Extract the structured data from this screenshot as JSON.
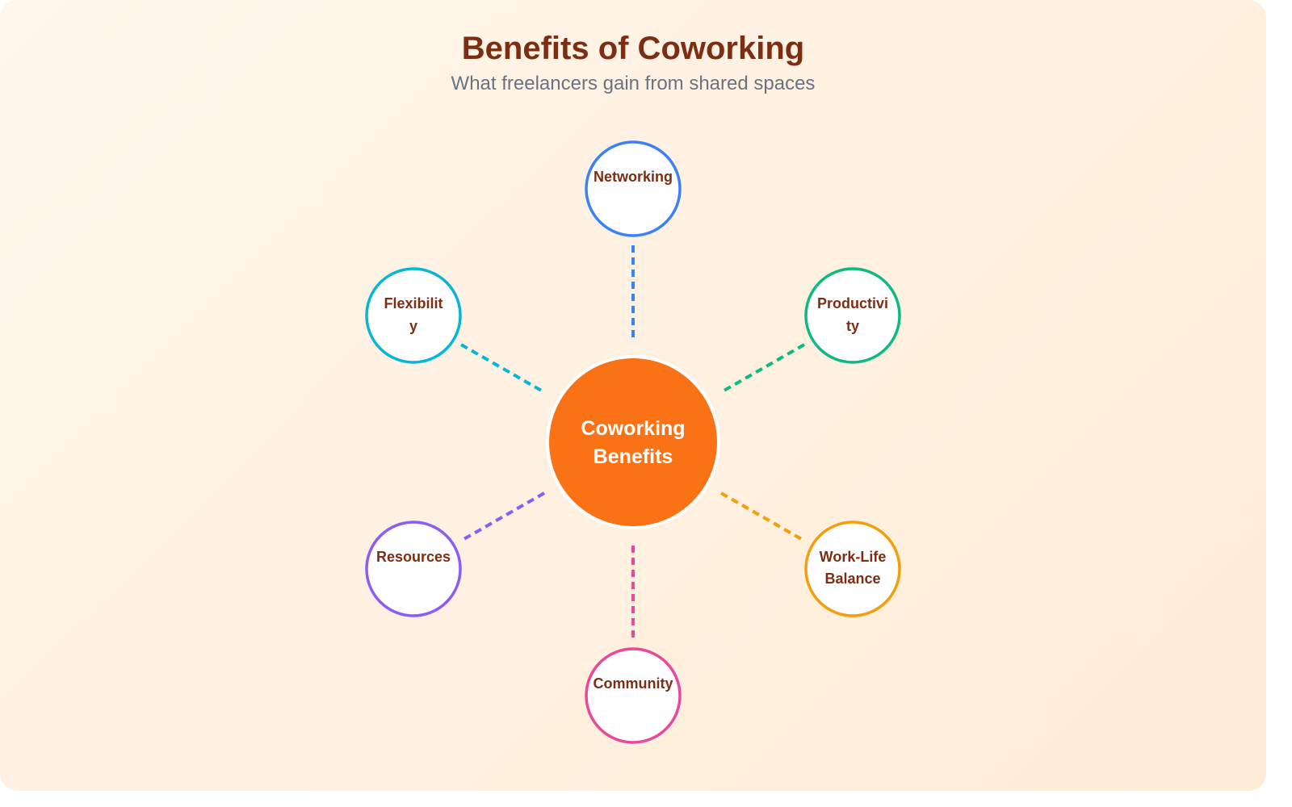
{
  "header": {
    "title": "Benefits of Coworking",
    "subtitle": "What freelancers gain from shared spaces"
  },
  "center": {
    "line1": "Coworking",
    "line2": "Benefits",
    "color": "#f97316"
  },
  "nodes": [
    {
      "id": "networking",
      "lines": [
        "Networking"
      ],
      "color": "#3b82f6"
    },
    {
      "id": "productivity",
      "lines": [
        "Productivi",
        "ty"
      ],
      "color": "#10b981"
    },
    {
      "id": "work-life-balance",
      "lines": [
        "Work-Life",
        "Balance"
      ],
      "color": "#f59e0b"
    },
    {
      "id": "community",
      "lines": [
        "Community"
      ],
      "color": "#ec4899"
    },
    {
      "id": "resources",
      "lines": [
        "Resources"
      ],
      "color": "#8b5cf6"
    },
    {
      "id": "flexibility",
      "lines": [
        "Flexibilit",
        "y"
      ],
      "color": "#06b6d4"
    }
  ]
}
